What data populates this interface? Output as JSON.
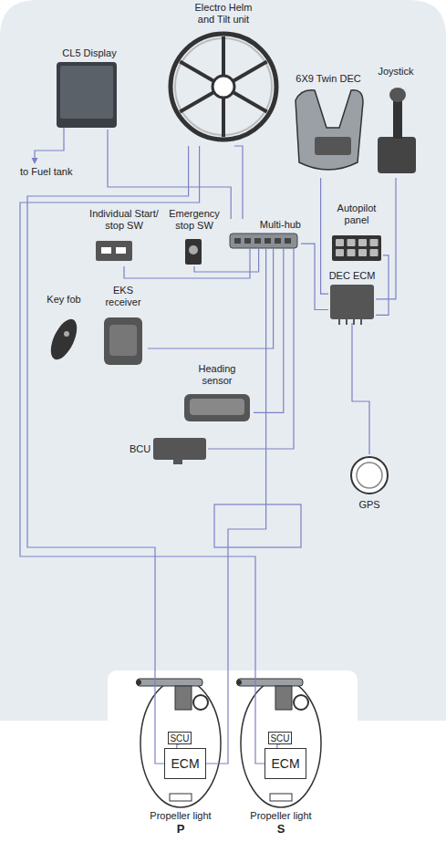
{
  "diagram": {
    "nodes": [
      {
        "text": [
          "CL5 Display"
        ]
      },
      {
        "text": [
          "Electro Helm and Tilt unit"
        ]
      },
      {
        "text": [
          "6X9 Twin DEC"
        ]
      },
      {
        "text": [
          "Joystick"
        ]
      },
      {
        "text": [
          "Individual Start/ stop SW"
        ]
      },
      {
        "text": [
          "Emergency stop SW"
        ]
      },
      {
        "text": [
          "Multi-hub"
        ]
      },
      {
        "text": [
          "Autopilot panel"
        ]
      },
      {
        "text": [
          "Key fob"
        ]
      },
      {
        "text": [
          "EKS receiver"
        ]
      },
      {
        "text": [
          "DEC ECM"
        ]
      },
      {
        "text": [
          "Heading sensor"
        ]
      },
      {
        "text": [
          "BCU"
        ]
      },
      {
        "text": [
          "GPS"
        ]
      },
      {
        "text": [
          "Propeller light",
          "P"
        ]
      },
      {
        "text": [
          "SCU"
        ],
        "in": 14
      },
      {
        "text": [
          "ECM"
        ],
        "in": 14
      },
      {
        "text": [
          "Propeller light",
          "S"
        ]
      },
      {
        "text": [
          "SCU"
        ],
        "in": 17
      },
      {
        "text": [
          "ECM"
        ],
        "in": 17
      }
    ],
    "edges": [
      {
        "from": 0,
        "to": 6,
        "arrow": "none"
      },
      {
        "from": 1,
        "to": 6,
        "arrow": "none"
      },
      {
        "from": 1,
        "to": 16,
        "arrow": "none"
      },
      {
        "from": 1,
        "to": 19,
        "arrow": "none"
      },
      {
        "from": 4,
        "to": 6,
        "arrow": "none"
      },
      {
        "from": 5,
        "to": 6,
        "arrow": "none"
      },
      {
        "from": 9,
        "to": 6,
        "arrow": "none"
      },
      {
        "from": 12,
        "to": 6,
        "arrow": "none"
      },
      {
        "from": 11,
        "to": 6,
        "arrow": "none"
      },
      {
        "from": 10,
        "to": 6,
        "arrow": "none"
      },
      {
        "from": 2,
        "to": 10,
        "arrow": "none"
      },
      {
        "from": 3,
        "to": 10,
        "arrow": "none"
      },
      {
        "from": 7,
        "to": 10,
        "arrow": "none"
      },
      {
        "from": 13,
        "to": 10,
        "arrow": "none"
      },
      {
        "from": 6,
        "to": 16,
        "arrow": "none"
      },
      {
        "from": 15,
        "to": 16,
        "arrow": "none"
      },
      {
        "from": 18,
        "to": 19,
        "arrow": "none"
      }
    ],
    "labels": [
      "to Fuel tank"
    ]
  }
}
